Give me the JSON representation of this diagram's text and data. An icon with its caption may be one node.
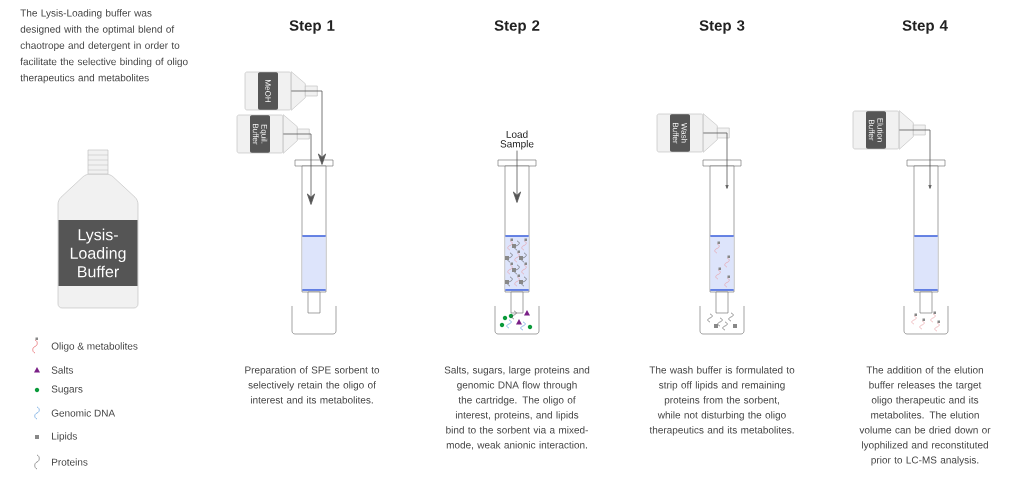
{
  "diagram": {
    "nodes": [
      {
        "text": [
          "Lysis-Loading Buffer"
        ]
      },
      {
        "text": [
          "MeOH"
        ]
      },
      {
        "text": [
          "Equil. Buffer"
        ]
      },
      {
        "text": [],
        "shape": "cylinder"
      },
      {
        "text": [
          "Load Sample"
        ]
      },
      {
        "text": [],
        "shape": "cylinder"
      },
      {
        "text": [
          "Wash Buffer"
        ]
      },
      {
        "text": [],
        "shape": "cylinder"
      },
      {
        "text": [
          "Elution Buffer"
        ]
      },
      {
        "text": [],
        "shape": "cylinder"
      }
    ],
    "edges": [
      {
        "from": 1,
        "to": 3,
        "arrow": "to"
      },
      {
        "from": 2,
        "to": 3,
        "arrow": "to"
      },
      {
        "from": 4,
        "to": 5,
        "arrow": "to"
      },
      {
        "from": 6,
        "to": 7,
        "arrow": "to"
      },
      {
        "from": 8,
        "to": 9,
        "arrow": "to"
      }
    ],
    "labels": [
      "The Lysis-Loading buffer was designed with the optimal blend of chaotrope and detergent in order to facilitate the selective binding of oligo therapeutics and metabolites",
      "Step 1",
      "Step 2",
      "Step 3",
      "Step 4",
      "Preparation of SPE sorbent to selectively retain the oligo of interest and its metabolites.",
      "Salts, sugars, large proteins and genomic DNA flow through the cartridge. The oligo of interest, proteins, and lipids bind to the sorbent via a mixed-mode, weak anionic interaction.",
      "The wash buffer is formulated to strip off lipids and remaining proteins from the sorbent, while not disturbing the oligo therapeutics and its metabolites.",
      "The addition of the elution buffer releases the target oligo therapeutic and its metabolites. The elution volume can be dried down or lyophilized and reconstituted prior to LC-MS analysis."
    ],
    "legend": [
      {
        "text": "Oligo & metabolites"
      },
      {
        "text": "Salts"
      },
      {
        "text": "Sugars"
      },
      {
        "text": "Genomic DNA"
      },
      {
        "text": "Lipids"
      },
      {
        "text": "Proteins"
      }
    ]
  }
}
